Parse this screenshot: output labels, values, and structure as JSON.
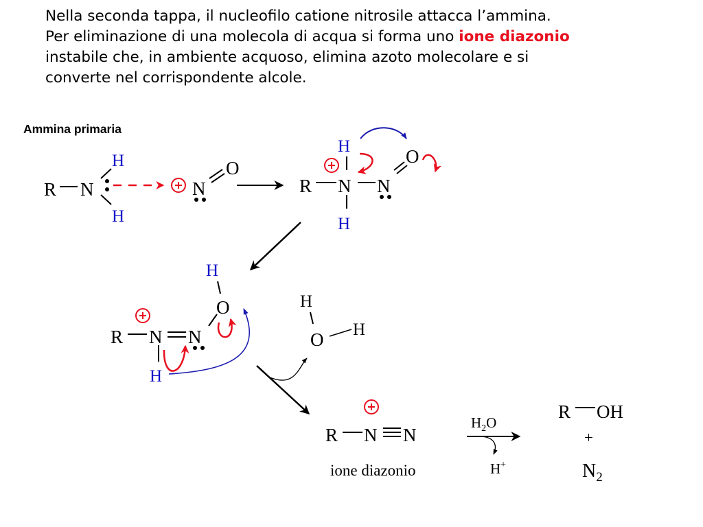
{
  "paragraph": {
    "line1": "Nella seconda tappa, il nucleofilo catione nitrosile attacca l’ammina.",
    "line2_before": "Per eliminazione di una molecola di acqua si forma uno ",
    "line2_highlight": "ione diazonio",
    "line3": "instabile che, in ambiente acquoso, elimina azoto molecolare e si",
    "line4": "converte nel corrispondente alcole."
  },
  "section_label": "Ammina primaria",
  "atoms": {
    "R": "R",
    "N": "N",
    "H": "H",
    "O": "O",
    "OH": "OH"
  },
  "symbols": {
    "plus": "+",
    "charge": "⊕"
  },
  "labels": {
    "diazonium": "ione diazonio",
    "reagent_H": "H",
    "reagent_sub": "2",
    "reagent_O": "O",
    "byproduct_H": "H",
    "byproduct_sup": "+",
    "nitrogen_N": "N",
    "nitrogen_sub": "2"
  },
  "colors": {
    "text": "#000000",
    "hydrogen_blue": "#1010c8",
    "arrow_red": "#e8101f",
    "arrow_blue": "#1a1ab0",
    "highlight": "#e8101f"
  }
}
